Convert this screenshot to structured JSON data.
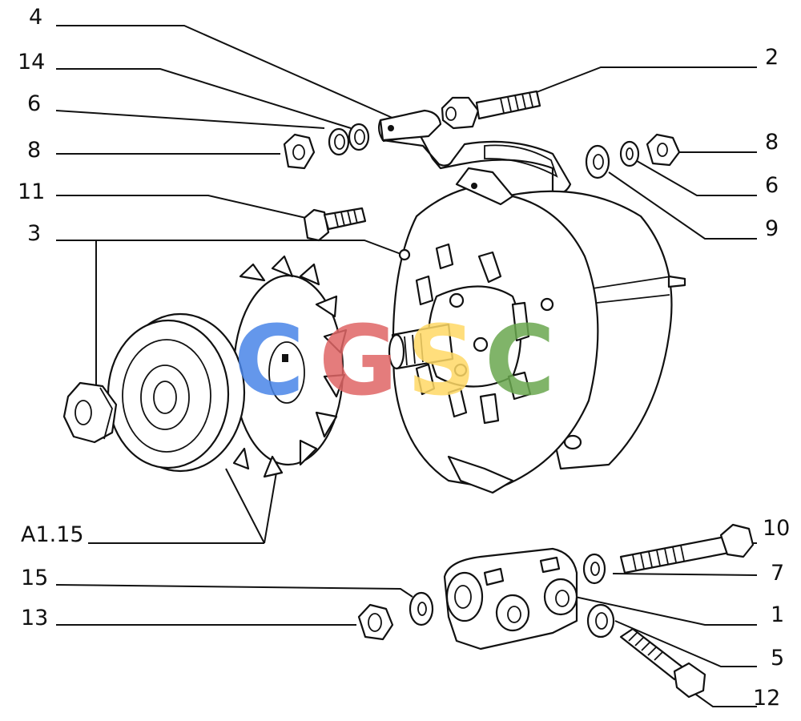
{
  "labels": {
    "l4": "4",
    "l14": "14",
    "l6a": "6",
    "l8a": "8",
    "l11": "11",
    "l3": "3",
    "la115": "A1.15",
    "l15": "15",
    "l13": "13",
    "l2": "2",
    "l8b": "8",
    "l6b": "6",
    "l9": "9",
    "l10": "10",
    "l7": "7",
    "l1": "1",
    "l5": "5",
    "l12": "12"
  },
  "watermark": {
    "letters": [
      "C",
      "G",
      "S",
      "C"
    ],
    "colors": [
      "#4a86e8",
      "#e06666",
      "#ffd966",
      "#6aa84f"
    ]
  }
}
